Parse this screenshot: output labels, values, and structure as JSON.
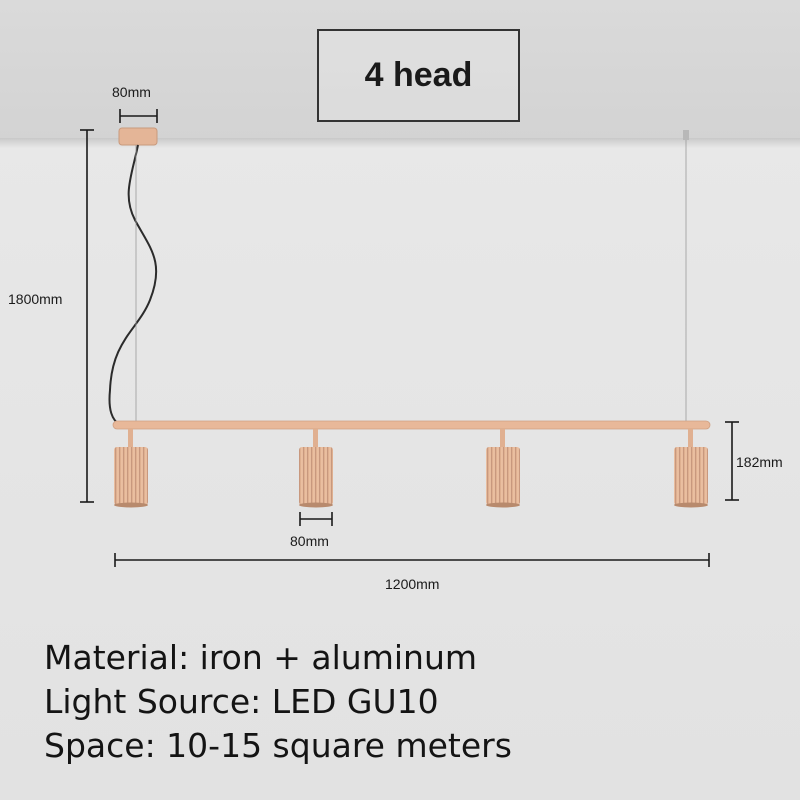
{
  "title": "4 head",
  "dimensions": {
    "canopy_width": "80mm",
    "drop_height": "1800mm",
    "head_height": "182mm",
    "head_width": "80mm",
    "total_length": "1200mm"
  },
  "specs": [
    "Material: iron + aluminum",
    "Light Source: LED GU10",
    "Space: 10-15 square meters"
  ],
  "colors": {
    "lamp": "#e7b99a",
    "lamp_shadow": "#c99c7e",
    "line": "#1a1a1a"
  }
}
